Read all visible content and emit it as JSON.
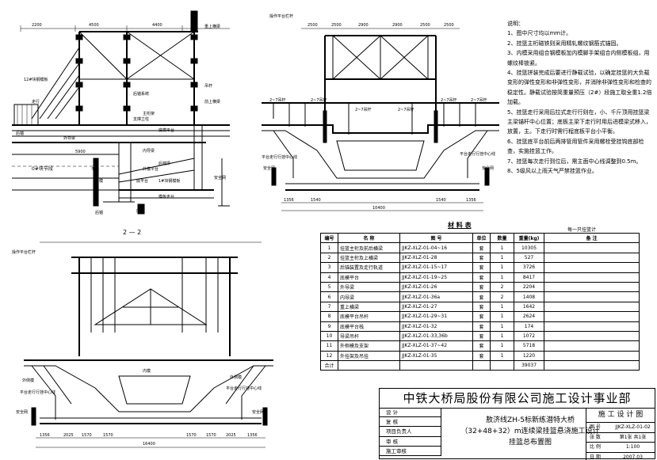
{
  "section_label": "2 — 2",
  "top_left": {
    "dims": [
      "2200",
      "4500",
      "4400"
    ],
    "labels": [
      "后锚",
      "底模平台",
      "外导梁",
      "内导梁",
      "后锚梁",
      "走行",
      "12#块钢模板",
      "0#块节段",
      "主桁架",
      "重上横梁",
      "吊杆",
      "前上横梁",
      "后锚系统",
      "支撑立柱",
      "平联",
      "外模平台",
      "内模",
      "底平台",
      "安全网",
      "1#块钢模板",
      "后锚",
      "底模",
      "模板走台",
      "5900"
    ]
  },
  "top_mid": {
    "dims": [
      "2500",
      "2500",
      "2900",
      "2900",
      "2500",
      "2500"
    ],
    "side": [
      "2~7吊杆",
      "2~7吊杆",
      "2~7吊杆",
      "2~7吊杆",
      "2~7吊杆",
      "2~7吊杆"
    ],
    "labels": [
      "操作平台栏杆",
      "平台走行行挂中心线",
      "平台走行行挂中心线",
      "安全网",
      "安全网"
    ],
    "bottom_dims": [
      "1356",
      "1540",
      "10400",
      "1540",
      "1356"
    ]
  },
  "bot_left": {
    "labels": [
      "操作平台栏杆",
      "平台走行行挂中心线",
      "平台走行行挂中心线",
      "安全网",
      "安全网",
      "外侧模",
      "外侧模",
      "内模"
    ],
    "bottom_dims": [
      "1356",
      "2025",
      "1570",
      "1570",
      "16400",
      "1570",
      "1570",
      "2025",
      "1356"
    ]
  },
  "notes": [
    "说明：",
    "1、图中尺寸均以mm计。",
    "2、挂篮主桁磁铁则采用精轧螺纹钢筋式锚固。",
    "3、内模采用组合钢模板加内模脚手架组合内侧模板组，用螺纹棒锁紧。",
    "4、挂篮拼装完成后要进行静载试验，以确定挂篮的大负载变形的弹性变形和非弹性变形，并消除非弹性变形和检查的稳定性。静载试验按简重量预压（2#）段施工取全重1.2倍加载。",
    "5、挂篮走行采用后拉式走行行则在，小、千斤顶用挂篮梁主梁锚杆中心位置；底板主梁下走行时用后进模梁式移入，放置，主。下走行时需行程底板平台小平衡。",
    "6、挂篮底平台前后两排管用管件采用螺栓受挂钩底部检查，实施挂篮工作。",
    "7、挂篮每次走行到位后，需主面中心线调整到0.5m。",
    "8、5级风以上雨天气严禁挂篮作业。"
  ],
  "materials": {
    "title": "材 料 表",
    "subtitle": "每一只挂篮计",
    "headers": [
      "编号",
      "名    称",
      "图    号",
      "单位",
      "数量",
      "重量(kg)",
      "备    注"
    ],
    "rows": [
      [
        "1",
        "挂篮主桁及前后横梁",
        "JJKZ-XLZ-01-04~16",
        "套",
        "1",
        "10305",
        ""
      ],
      [
        "2",
        "挂篮主桁及上横梁",
        "JJKZ-XLZ-01-28",
        "套",
        "1",
        "527",
        ""
      ],
      [
        "3",
        "后锚装置及走行轨道",
        "JJKZ-XLZ-01-15~17",
        "套",
        "1",
        "3726",
        ""
      ],
      [
        "4",
        "底模平台",
        "JJKZ-XLZ-01-19~25",
        "套",
        "1",
        "8417",
        ""
      ],
      [
        "5",
        "外导梁",
        "JJKZ-XLZ-01-26",
        "套",
        "2",
        "2204",
        ""
      ],
      [
        "6",
        "内导梁",
        "JJKZ-XLZ-01-36a",
        "套",
        "2",
        "1408",
        ""
      ],
      [
        "7",
        "重上横梁",
        "JJKZ-XLZ-01-27",
        "套",
        "1",
        "1642",
        ""
      ],
      [
        "8",
        "底模平台吊杆",
        "JJKZ-XLZ-01-29~31",
        "套",
        "1",
        "2624",
        ""
      ],
      [
        "9",
        "底模平台栈",
        "JJKZ-XLZ-01-32",
        "套",
        "1",
        "174",
        ""
      ],
      [
        "10",
        "导梁吊杆",
        "JJKZ-XLZ-01-33,36b",
        "套",
        "1",
        "1072",
        ""
      ],
      [
        "11",
        "外侧模及支架",
        "JJKZ-XLZ-01-37~42",
        "套",
        "1",
        "5718",
        ""
      ],
      [
        "12",
        "外挂架及吊挂",
        "JJKZ-XLZ-01-35",
        "套",
        "1",
        "1220",
        ""
      ],
      [
        "合计",
        "",
        "",
        "",
        "",
        "39037",
        ""
      ]
    ]
  },
  "title_block": {
    "org": "中铁大桥局股份有限公司施工设计事业部",
    "roles": [
      "设  计",
      "复  核",
      "项目负责人",
      "审  核",
      "施工审核"
    ],
    "project_lines": [
      "敖济线ZH-5标新练潜特大桥",
      "（32+48+32）m连续梁挂篮悬浇施工设计",
      "挂篮总布置图"
    ],
    "drawing_type": "施 工 设 计 图",
    "meta": [
      {
        "k": "图  号",
        "v": "JJKZ-XLZ-01-02"
      },
      {
        "k": "张  数",
        "v": "第1张 共1张"
      },
      {
        "k": "比  例",
        "v": "1:100"
      },
      {
        "k": "日  期",
        "v": "2007.03"
      }
    ]
  }
}
